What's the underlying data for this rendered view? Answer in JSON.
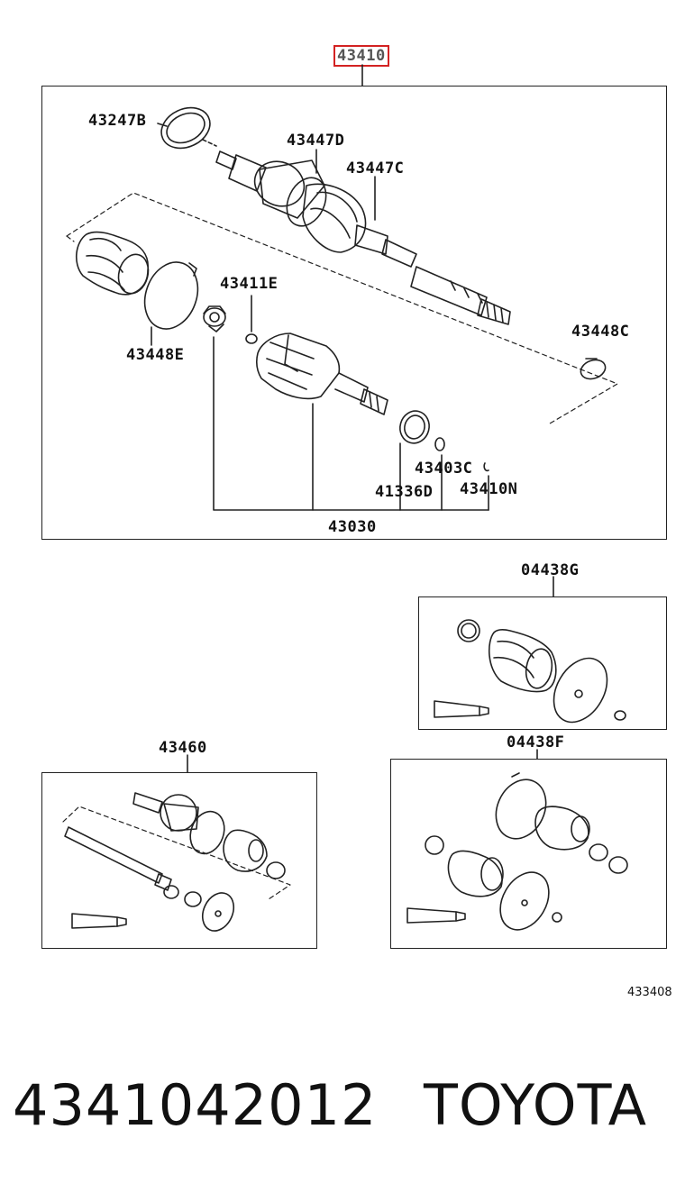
{
  "main_assembly": {
    "part_number": "43410",
    "callouts": {
      "ring": "43247B",
      "outer_boot": "43447D",
      "outer_boot_clamp": "43447C",
      "inner_boot_clamp_large": "43448E",
      "snap_ring": "43411E",
      "small_clamp": "43448C",
      "inner_joint": "43030",
      "dust_seal": "41336D",
      "snap_ring_c": "43403C",
      "snap_ring_n": "43410N"
    }
  },
  "kits": {
    "boot_kit_g": "04438G",
    "outer_joint": "43460",
    "boot_kit_f": "04438F"
  },
  "diagram_ref": "433408",
  "footer": {
    "part_number": "4341042012",
    "brand": "TOYOTA"
  }
}
